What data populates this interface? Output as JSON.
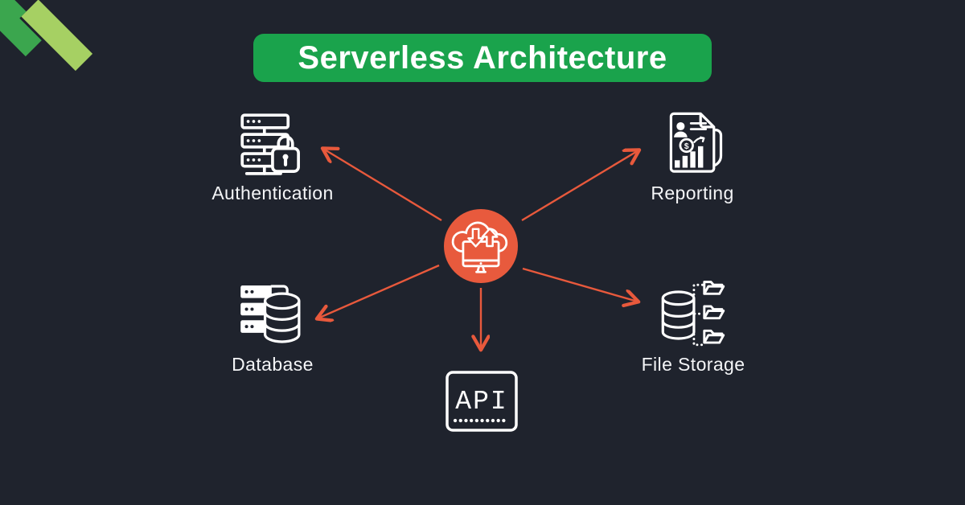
{
  "banner": {
    "label": "Serverless Architecture",
    "background": "#1aa34c",
    "text_color": "#ffffff"
  },
  "center_hub": {
    "icon": "cloud-upload-download-monitor-icon",
    "background": "#e85a3d"
  },
  "nodes": [
    {
      "label": "Authentication",
      "icon": "servers-lock-icon",
      "position": "top-left"
    },
    {
      "label": "Reporting",
      "icon": "report-document-icon",
      "position": "top-right"
    },
    {
      "label": "Database",
      "icon": "server-database-icon",
      "position": "bottom-left"
    },
    {
      "label": "File Storage",
      "icon": "database-folders-icon",
      "position": "bottom-right"
    },
    {
      "label": "API",
      "icon": "api-box-icon",
      "position": "bottom-center"
    }
  ],
  "colors": {
    "background": "#1f232d",
    "arrow": "#e8593c",
    "icon_stroke": "#ffffff",
    "label_text": "#f4f5f7",
    "corner_stripe_dark": "#3ba64e",
    "corner_stripe_light": "#a6d063"
  }
}
